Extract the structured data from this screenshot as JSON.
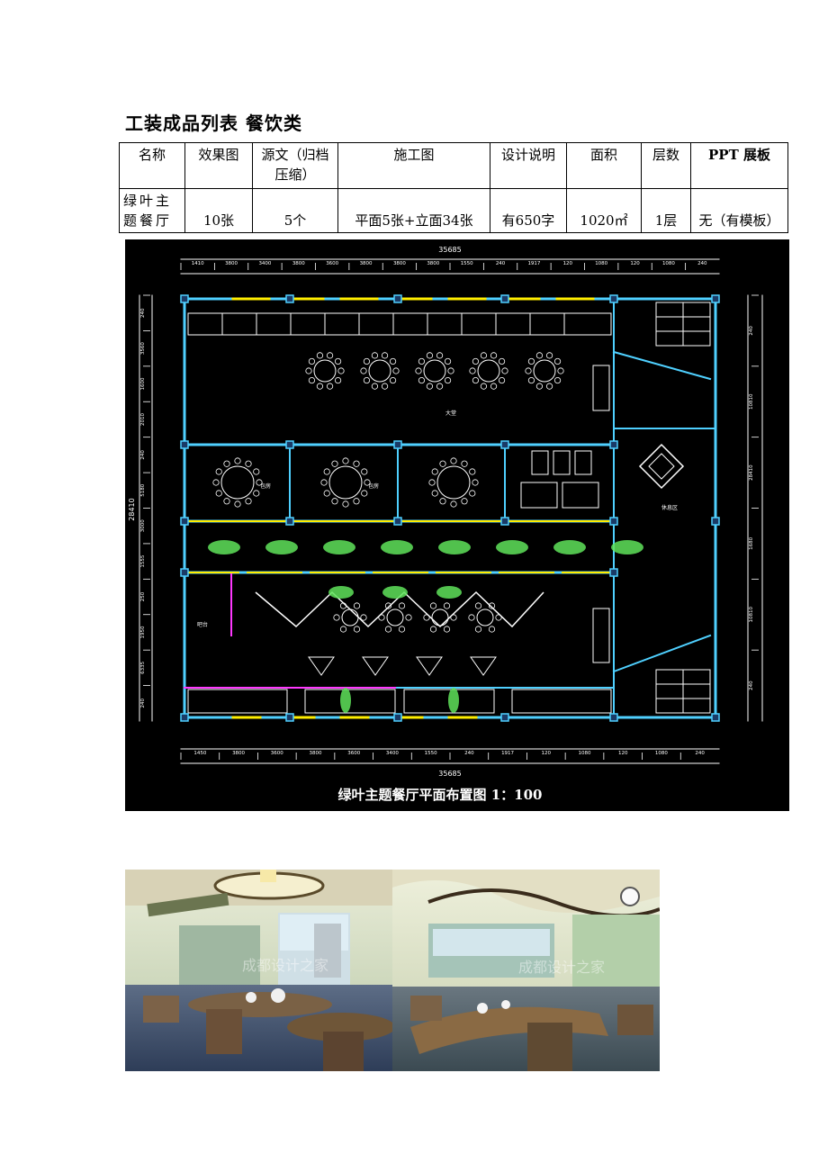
{
  "title": "工装成品列表  餐饮类",
  "table": {
    "headers": [
      "名称",
      "效果图",
      "源文（归档压缩）",
      "施工图",
      "设计说明",
      "面积",
      "层数",
      "PPT 展板"
    ],
    "row": {
      "name": "绿叶主题餐厅",
      "renderings": "10张",
      "source": "5个",
      "drawings": "平面5张+立面34张",
      "description": "有650字",
      "area": "1020㎡",
      "floors": "1层",
      "ppt": "无（有模板）"
    }
  },
  "floor_plan": {
    "caption": "绿叶主题餐厅平面布置图  1：100",
    "overall_width": "35685",
    "overall_height": "28410",
    "top_dims": [
      "1410",
      "3800",
      "3400",
      "3800",
      "3600",
      "3800",
      "3800",
      "3800",
      "1550",
      "240",
      "1917",
      "120",
      "1080",
      "120",
      "1080",
      "240"
    ],
    "bottom_dims": [
      "1450",
      "3800",
      "3600",
      "3800",
      "3600",
      "3400",
      "1550",
      "240",
      "1917",
      "120",
      "1080",
      "120",
      "1080",
      "240"
    ],
    "left_dims": [
      "240",
      "3560",
      "1600",
      "2010",
      "240",
      "5180",
      "3000",
      "1555",
      "250",
      "1950",
      "6335",
      "240"
    ],
    "right_dims": [
      "240",
      "10810",
      "28410",
      "1680",
      "10810",
      "240"
    ],
    "room_labels": [
      "大堂",
      "包房",
      "包房",
      "休息区",
      "吧台"
    ],
    "colors": {
      "wall": "#4fd0ff",
      "yellow": "#ffee00",
      "furniture": "#ffffff",
      "plant": "#5fe35a",
      "dim": "#ffffff",
      "magenta": "#ff38ff"
    }
  },
  "photos": [
    {
      "alt": "效果图1",
      "watermark": "成都设计之家"
    },
    {
      "alt": "效果图2",
      "watermark": "成都设计之家"
    }
  ]
}
